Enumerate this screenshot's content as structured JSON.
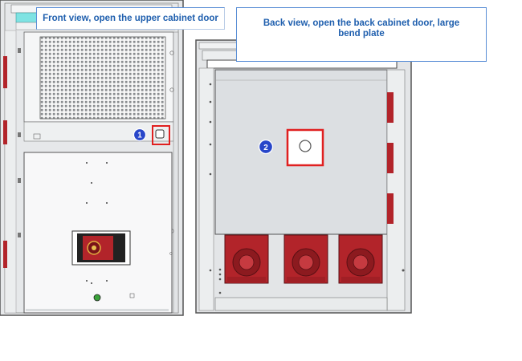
{
  "captions": {
    "front": "Front view, open the upper cabinet door",
    "back": "Back view, open the back cabinet door, large bend plate"
  },
  "markers": {
    "front": "1",
    "back": "2"
  },
  "colors": {
    "caption_text": "#1f5fae",
    "caption_border": "#5b8fd6",
    "marker_fill": "#2846c9",
    "highlight_box": "#e02020",
    "cyan_strip": "#7fe3e3",
    "copper_terminal": "#b2242a",
    "cabinet_frame": "#e6e8ea",
    "panel_gray": "#dcdfe2"
  },
  "icons": {
    "front_knob": "rotary-switch-icon",
    "front_indicator": "indicator-light-icon",
    "back_hole": "cable-hole-icon"
  }
}
